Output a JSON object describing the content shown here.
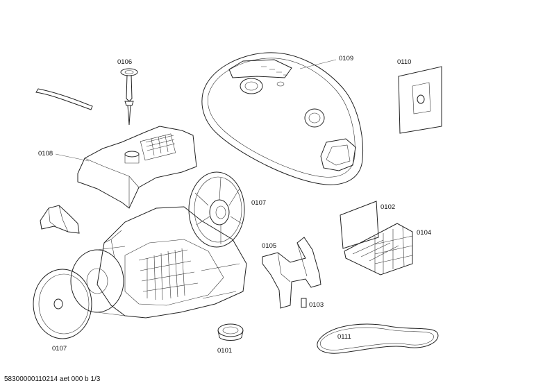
{
  "diagram": {
    "part_labels": {
      "p0106": "0106",
      "p0108": "0108",
      "p0109": "0109",
      "p0110": "0110",
      "p0107_top": "0107",
      "p0102": "0102",
      "p0104": "0104",
      "p0105": "0105",
      "p0103": "0103",
      "p0111": "0111",
      "p0107_bottom": "0107",
      "p0101": "0101"
    },
    "footer": "58300000110214 aet 000 b 1/3"
  }
}
